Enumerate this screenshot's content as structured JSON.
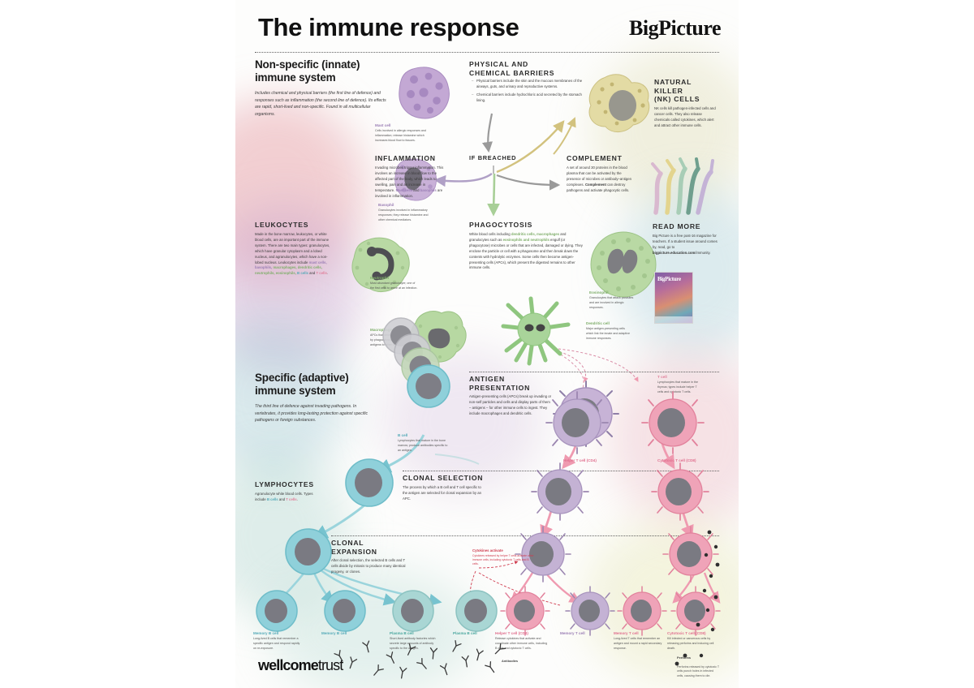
{
  "header": {
    "title": "The immune response",
    "brand": "BigPicture"
  },
  "innate": {
    "heading": "Non-specific (innate)\nimmune system",
    "intro": "Includes chemical and physical barriers (the first line of defence) and responses such as inflammation (the second line of defence). Its effects are rapid, short-lived and non-specific. Found in all multicellular organisms."
  },
  "adaptive": {
    "heading": "Specific (adaptive)\nimmune system",
    "intro": "The third line of defence against invading pathogens. In vertebrates, it provides long-lasting protection against specific pathogens or foreign substances."
  },
  "sections": {
    "barriers": {
      "title": "PHYSICAL AND\nCHEMICAL BARRIERS",
      "bullets": [
        "Physical barriers include the skin and the mucous membranes of the airways, guts, and urinary and reproductive systems.",
        "Chemical barriers include hydrochloric acid secreted by the stomach lining."
      ]
    },
    "inflammation": {
      "title": "INFLAMMATION",
      "body_1": "Invading microbes trigger inflammation. This involves an increase in blood flow to the affected part of the body, which leads to swelling, pain and an increase in temperature. ",
      "bold_1": "Mast cells",
      "body_2": " and ",
      "bold_2": "basophils",
      "body_3": " are involved in inflammation."
    },
    "nk": {
      "title": "NATURAL KILLER\n(NK) CELLS",
      "body": "NK cells kill pathogen-infected cells and cancer cells. They also release chemicals called cytokines, which alert and attract other immune cells."
    },
    "complement": {
      "title": "COMPLEMENT",
      "body_1": "A set of around 30 proteins in the blood plasma that can be activated by the presence of microbes or antibody–antigen complexes. ",
      "bold_1": "Complement",
      "body_2": " can destroy pathogens and activate phagocytic cells."
    },
    "leukocytes": {
      "title": "LEUKOCYTES",
      "body_1": "Made in the bone marrow, leukocytes, or white blood cells, are an important part of the immune system. There are two main types: granulocytes, which have granular cytoplasm and a lobed nucleus, and agranulocytes, which have a non-lobed nucleus. Leukocytes include ",
      "bold_mast": "mast cells, basophils,",
      "body_2": " macrophages, dendritic cells, neutrophils, eosinophils,",
      "bold_b": " B cells",
      "body_3": " and ",
      "bold_t": "T cells",
      "body_4": "."
    },
    "phagocytosis": {
      "title": "PHAGOCYTOSIS",
      "body_1": "White blood cells including ",
      "bold_1": "dendritic cells, macrophages",
      "body_2": " and granulocytes such as ",
      "bold_2": "eosinophils and neutrophils",
      "body_3": " engulf (or phagocytose) microbes or cells that are infected, damaged or dying. They enclose the particle or cell with a phagosome and then break down the contents with hydrolytic enzymes. Some cells then become antigen-presenting cells (APCs), which present the digested remains to other immune cells."
    },
    "readmore": {
      "title": "READ MORE",
      "body_1": "Big Picture is a free post-16 magazine for teachers. If a student issue around comes by, read, go to ",
      "bold_link": "bigpicture.education.com",
      "body_2": "/immunity."
    },
    "antigen_presentation": {
      "title": "ANTIGEN PRESENTATION",
      "body": "Antigen-presenting cells (APCs) break up invading or non-self particles and cells and display parts of them – antigens – for other immune cells to ingest. They include macrophages and dendritic cells."
    },
    "lymphocytes": {
      "title": "LYMPHOCYTES",
      "body_1": "Agranulocyte white blood cells. Types include ",
      "bold_b": "B cells",
      "body_2": " and ",
      "bold_t": "T cells",
      "body_3": "."
    },
    "clonal_selection": {
      "title": "CLONAL SELECTION",
      "body": "The process by which a B cell and T cell specific to the antigen are selected for clonal expansion by an APC."
    },
    "clonal_expansion": {
      "title": "CLONAL EXPANSION",
      "body": "After clonal selection, the selected B cells and T cells divide by mitosis to produce many identical progeny, or clones."
    }
  },
  "flow": {
    "if_breached": "IF BREACHED"
  },
  "callouts": {
    "cytokines": {
      "label": "Cytokines activate",
      "body": "Cytokines released by helper T cells activate other immune cells, including cytotoxic T cells and B cells."
    },
    "antibodies": "Antibodies",
    "perforins": "Perforins",
    "perforins_body": "Perforins released by cytotoxic T cells punch holes in infected cells, causing them to die."
  },
  "cell_labels": {
    "mast_cell": {
      "name": "Mast cell",
      "desc": "Cells involved in allergic responses and inflammation; release histamine which increases blood flow to tissues."
    },
    "basophil": {
      "name": "Basophil",
      "desc": "Granulocytes involved in inflammatory responses; they release histamine and other chemical mediators."
    },
    "neutrophil": {
      "name": "Neutrophil",
      "desc": "Most abundant granulocyte; one of the first cells to arrive at an infection."
    },
    "macrophage": {
      "name": "Macrophage",
      "desc": "APCs that destroy foreign particles by phagocytosis and present antigens to other immune cells."
    },
    "eosinophil": {
      "name": "Eosinophil",
      "desc": "Granulocytes that attack parasites and are involved in allergic responses."
    },
    "dendritic_cell": {
      "name": "Dendritic cell",
      "desc": "Major antigen-presenting cells which link the innate and adaptive immune responses."
    },
    "b_cell": {
      "name": "B cell",
      "desc": "Lymphocytes that mature in the bone marrow; produce antibodies specific to an antigen."
    },
    "t_cell": {
      "name": "T cell",
      "desc": "Lymphocytes that mature in the thymus; types include helper T cells and cytotoxic T cells."
    }
  },
  "t_cell_types": {
    "helper": "Helper T cell (CD4)",
    "cytotoxic": "Cytotoxic T cell (CD8)"
  },
  "bottom_row": [
    {
      "name": "Memory B cell",
      "desc": "Long-lived B cells that remember a specific antigen and respond rapidly on re-exposure.",
      "kind": "b"
    },
    {
      "name": "Memory B cell",
      "desc": "",
      "kind": "b"
    },
    {
      "name": "Plasma B cell",
      "desc": "Short-lived antibody factories which secrete large amounts of antibody specific to the antigen.",
      "kind": "b"
    },
    {
      "name": "Plasma B cell",
      "desc": "",
      "kind": "b"
    },
    {
      "name": "Helper T cell (CD4)",
      "desc": "Release cytokines that activate and coordinate other immune cells, including B cells and cytotoxic T cells.",
      "kind": "t"
    },
    {
      "name": "Memory T cell",
      "desc": "",
      "kind": "t-mem"
    },
    {
      "name": "Memory T cell",
      "desc": "Long-lived T cells that remember an antigen and mount a rapid secondary response.",
      "kind": "t-mem"
    },
    {
      "name": "Cytotoxic T cell (CD8)",
      "desc": "Kill infected or cancerous cells by releasing perforins and inducing cell death.",
      "kind": "t"
    }
  ],
  "footer": {
    "logo_bold": "wellcome",
    "logo_light": "trust"
  },
  "colors": {
    "mast_purple": "#9b7fb5",
    "granulocyte_green": "#7fae6a",
    "b_cell_teal": "#55aab8",
    "t_cell_pink": "#e07f9a",
    "nk_yellow": "#cfc07a",
    "alert_red": "#cf3b4e"
  }
}
